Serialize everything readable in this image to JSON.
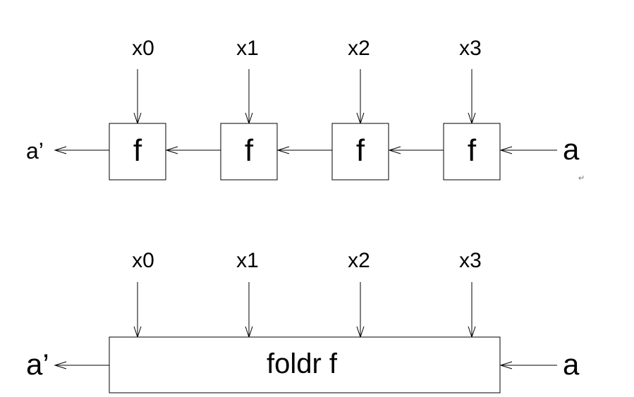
{
  "top": {
    "inputs": [
      "x0",
      "x1",
      "x2",
      "x3"
    ],
    "cells": [
      "f",
      "f",
      "f",
      "f"
    ],
    "init": "a",
    "result": "a’"
  },
  "bottom": {
    "inputs": [
      "x0",
      "x1",
      "x2",
      "x3"
    ],
    "box_label": "foldr f",
    "init": "a",
    "result": "a’"
  },
  "return_mark": "↵"
}
